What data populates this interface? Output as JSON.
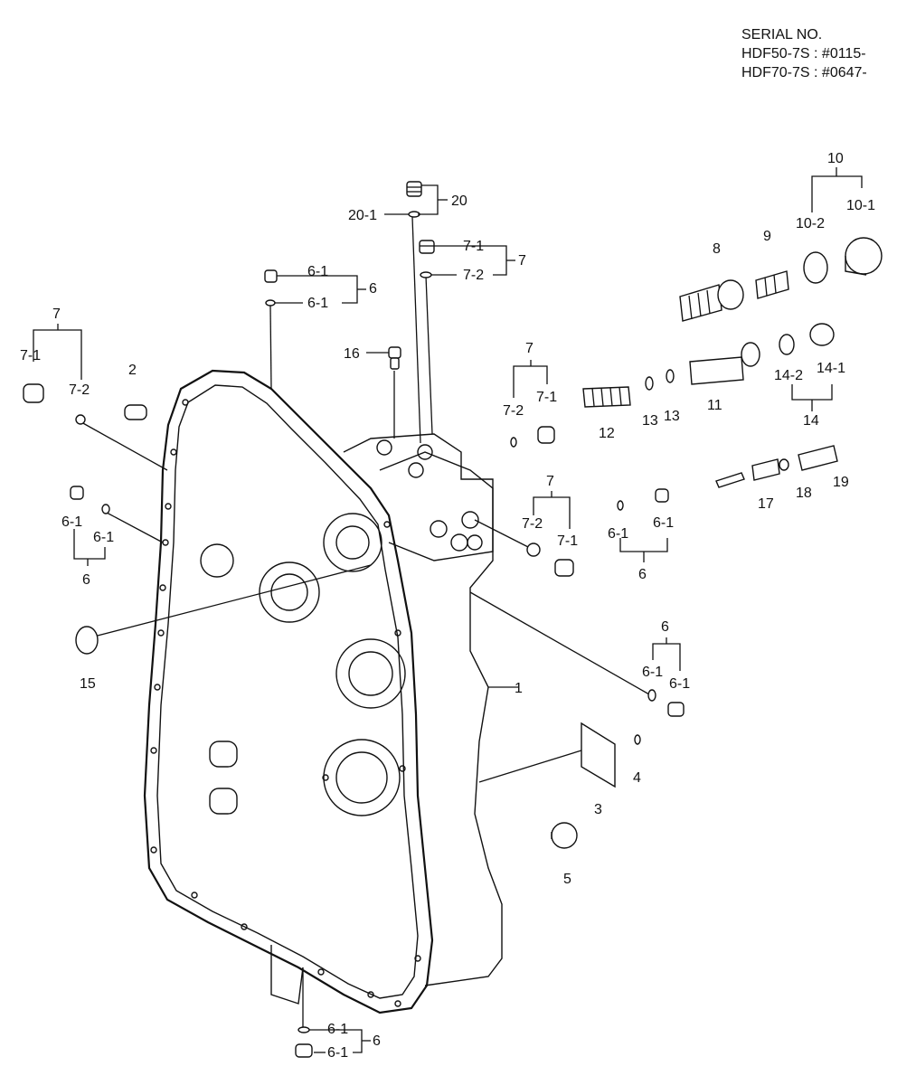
{
  "header": {
    "title": "SERIAL NO.",
    "lines": [
      "HDF50-7S : #0115-",
      "HDF70-7S : #0647-"
    ]
  },
  "callouts": {
    "c1": "1",
    "c2": "2",
    "c3": "3",
    "c4": "4",
    "c5": "5",
    "c6": "6",
    "c6_1": "6-1",
    "c7": "7",
    "c7_1": "7-1",
    "c7_2": "7-2",
    "c8": "8",
    "c9": "9",
    "c10": "10",
    "c10_1": "10-1",
    "c10_2": "10-2",
    "c11": "11",
    "c12": "12",
    "c13": "13",
    "c14": "14",
    "c14_1": "14-1",
    "c14_2": "14-2",
    "c15": "15",
    "c16": "16",
    "c17": "17",
    "c18": "18",
    "c19": "19",
    "c20": "20",
    "c20_1": "20-1"
  }
}
